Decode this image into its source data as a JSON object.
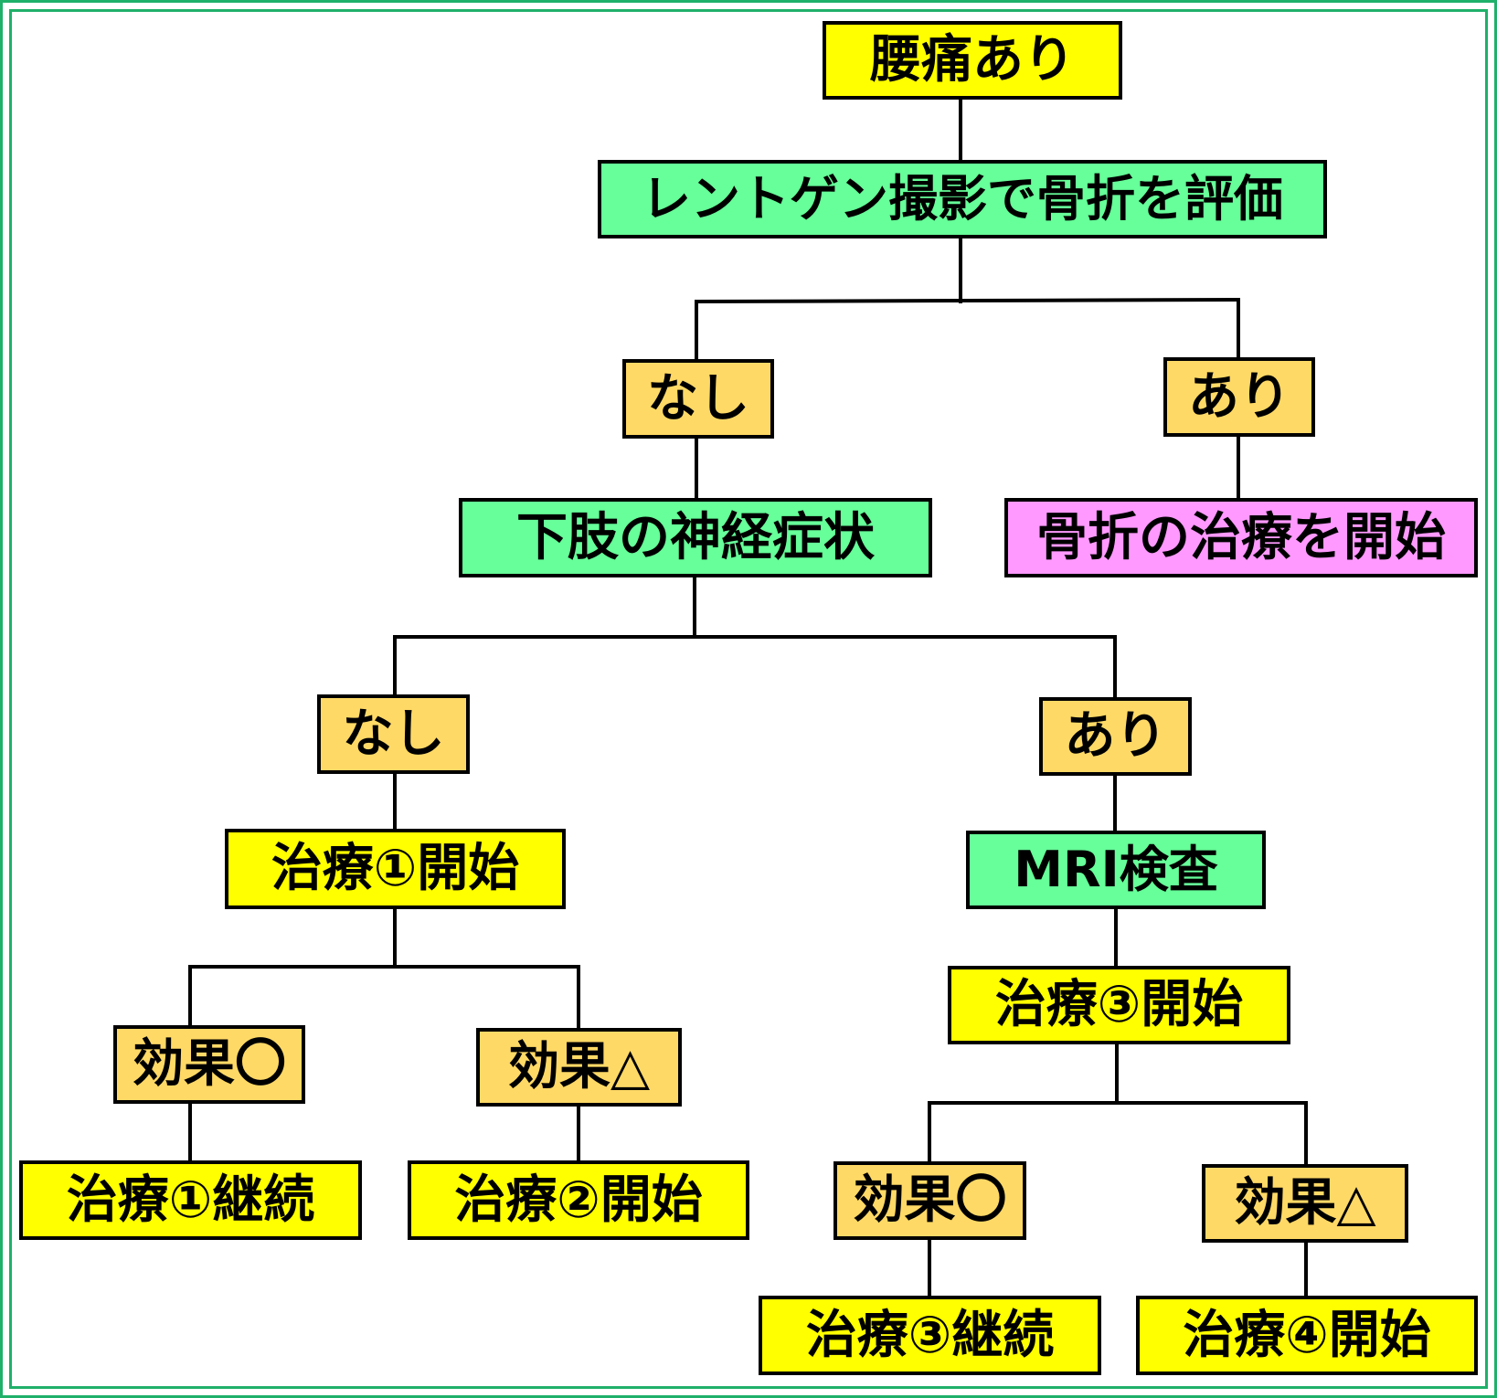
{
  "colors": {
    "frame": "#1fb06a",
    "yellow": "#ffff00",
    "green": "#66ff99",
    "orange": "#ffd966",
    "pink": "#ff99ff",
    "line": "#000000"
  },
  "nodes": {
    "root": "腰痛あり",
    "xray": "レントゲン撮影で骨折を評価",
    "no_fracture": "なし",
    "fracture": "あり",
    "neuro": "下肢の神経症状",
    "fracture_treatment": "骨折の治療を開始",
    "no_neuro": "なし",
    "neuro_yes": "あり",
    "treat1_start": "治療①開始",
    "mri": "MRI検査",
    "treat3_start": "治療③開始",
    "t1_effect_good": "効果〇",
    "t1_effect_partial": "効果△",
    "t3_effect_good": "効果〇",
    "t3_effect_partial": "効果△",
    "treat1_continue": "治療①継続",
    "treat2_start": "治療②開始",
    "treat3_continue": "治療③継続",
    "treat4_start": "治療④開始"
  }
}
